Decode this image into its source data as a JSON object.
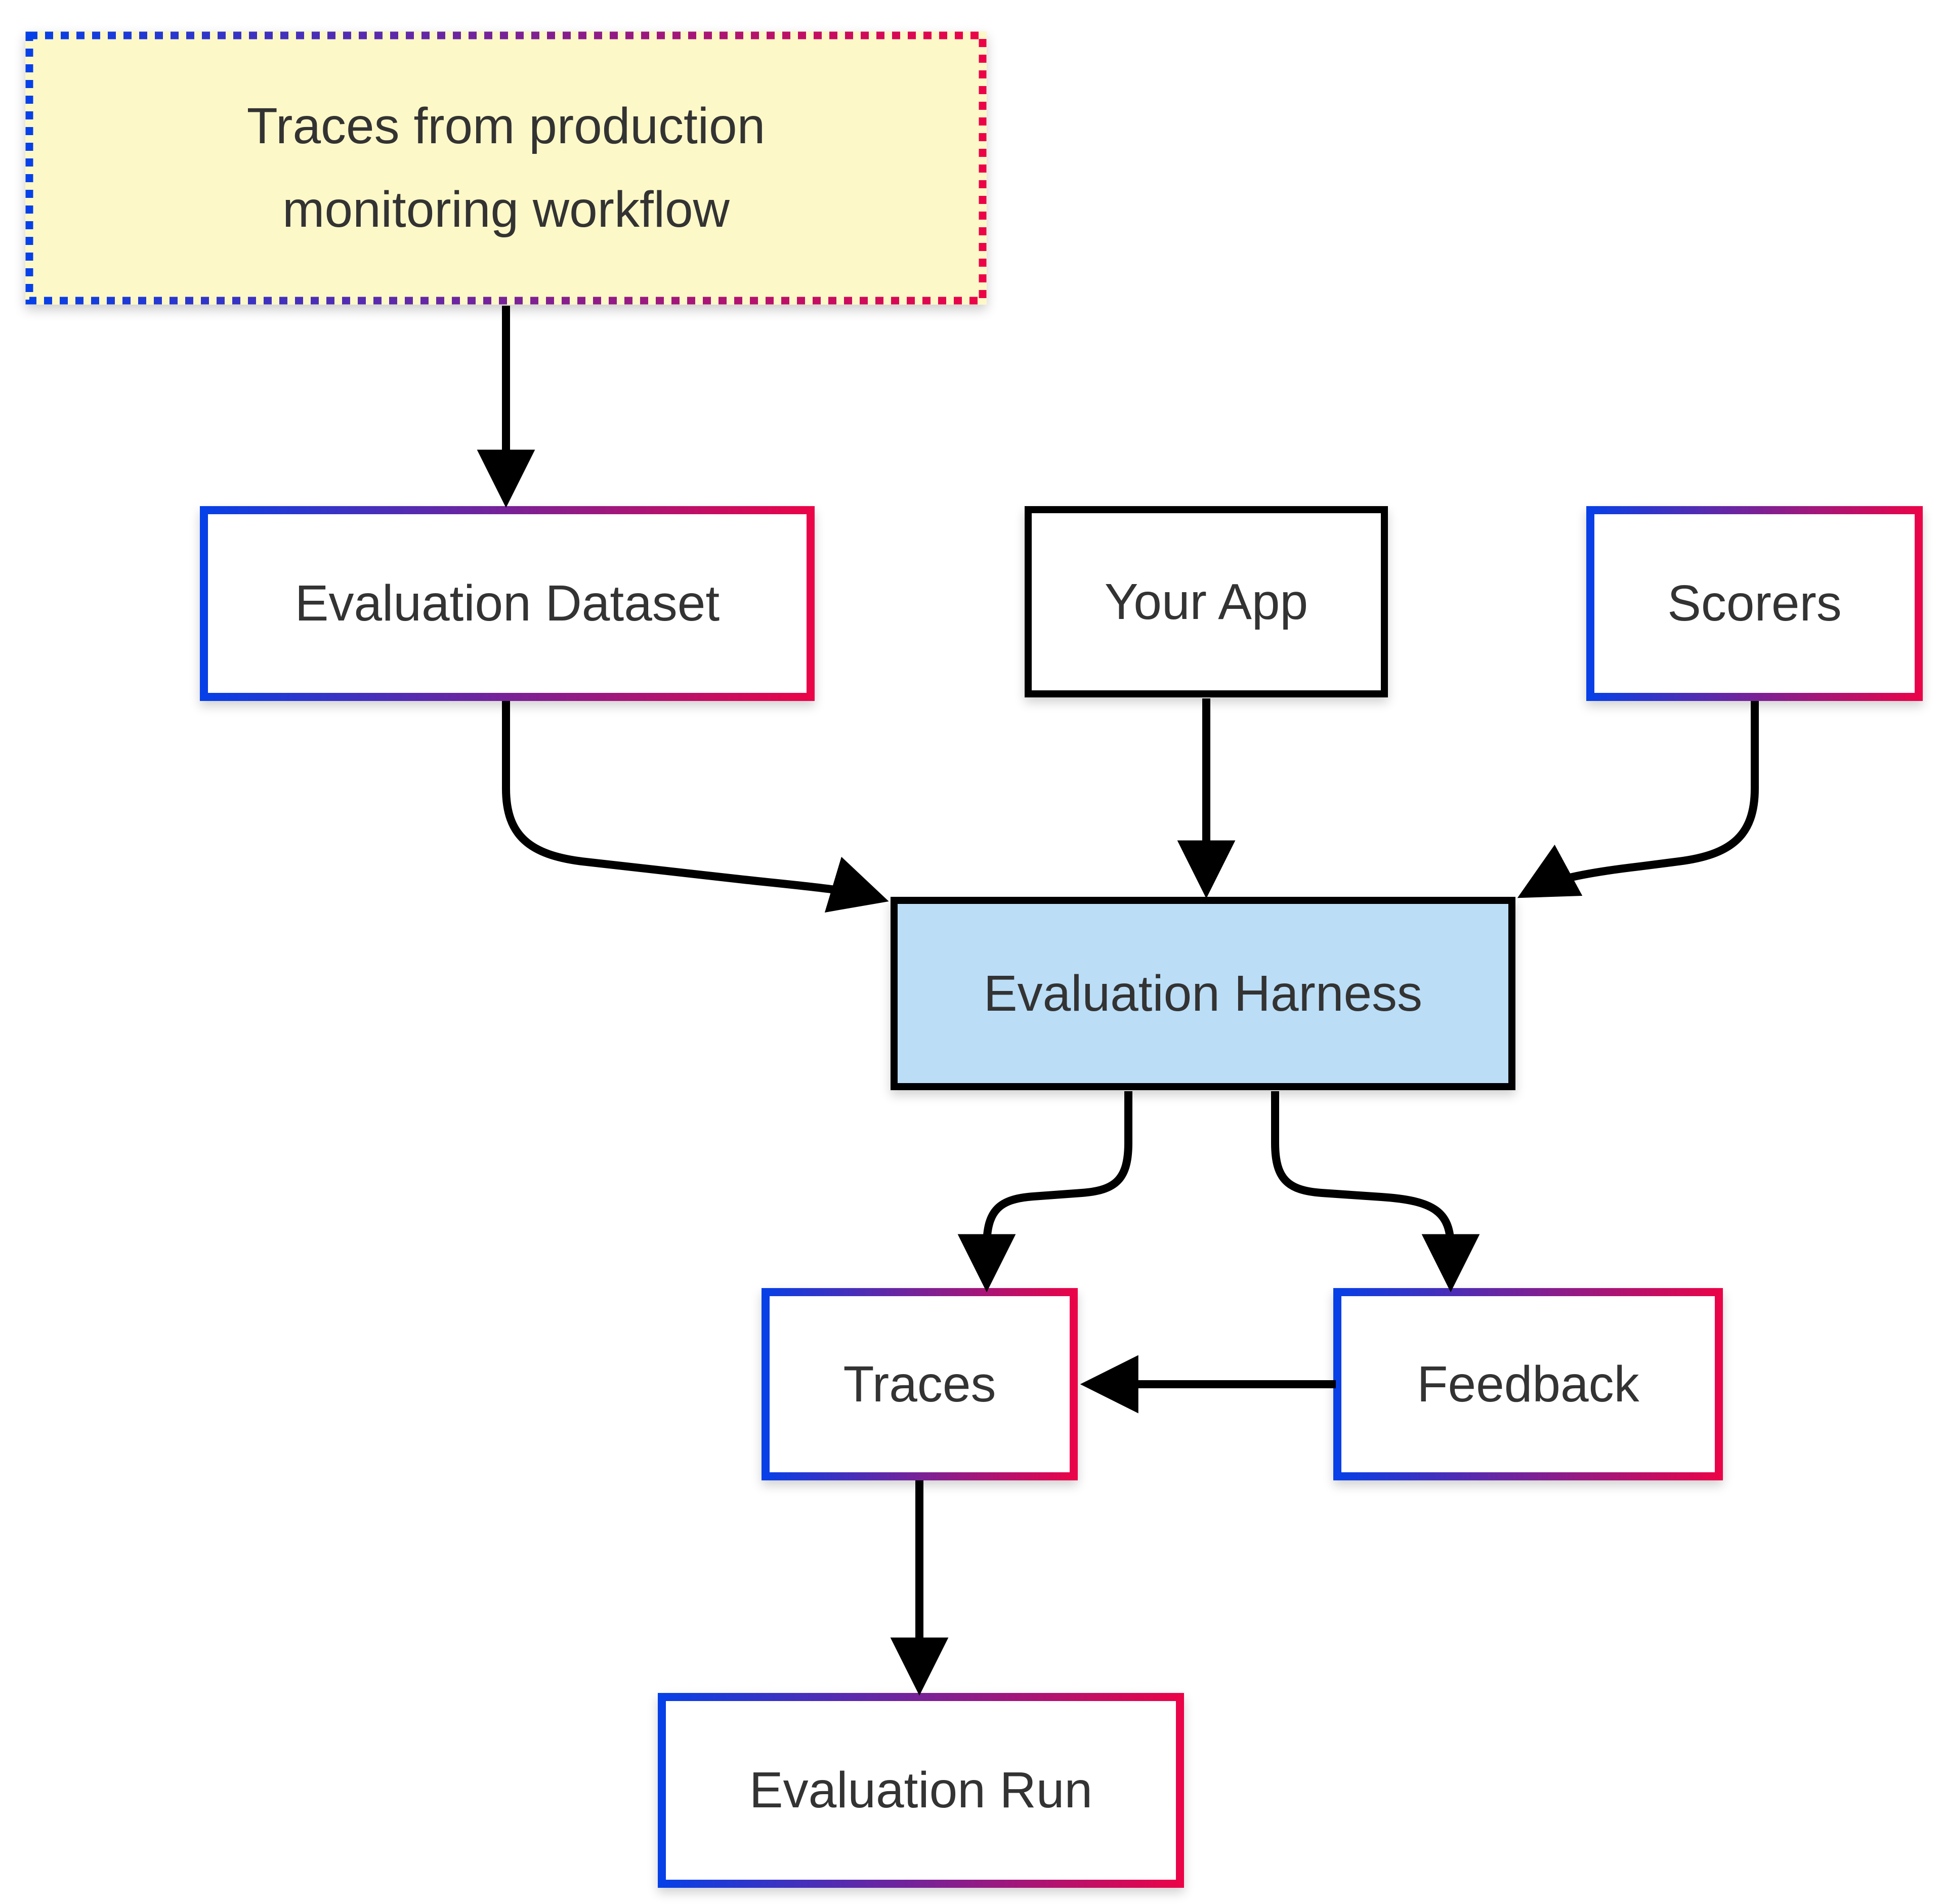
{
  "diagram": {
    "colors": {
      "background": "#ffffff",
      "text_color": "#333333",
      "line_color": "#000000",
      "gradient_from": "#0540e8",
      "gradient_to": "#ec0347",
      "note_fill": "#fdf8c8",
      "harness_fill": "#bbddf6",
      "box_fill": "#ffffff"
    },
    "nodes": {
      "production_traces": {
        "lines": [
          "Traces from production",
          "monitoring workflow"
        ]
      },
      "evaluation_dataset": {
        "label": "Evaluation Dataset"
      },
      "your_app": {
        "label": "Your App"
      },
      "scorers": {
        "label": "Scorers"
      },
      "evaluation_harness": {
        "label": "Evaluation Harness"
      },
      "traces": {
        "label": "Traces"
      },
      "feedback": {
        "label": "Feedback"
      },
      "evaluation_run": {
        "label": "Evaluation Run"
      }
    },
    "edges": [
      "production_traces -> evaluation_dataset",
      "evaluation_dataset -> evaluation_harness",
      "your_app -> evaluation_harness",
      "scorers -> evaluation_harness",
      "evaluation_harness -> traces",
      "evaluation_harness -> feedback",
      "feedback -> traces",
      "traces -> evaluation_run"
    ]
  }
}
